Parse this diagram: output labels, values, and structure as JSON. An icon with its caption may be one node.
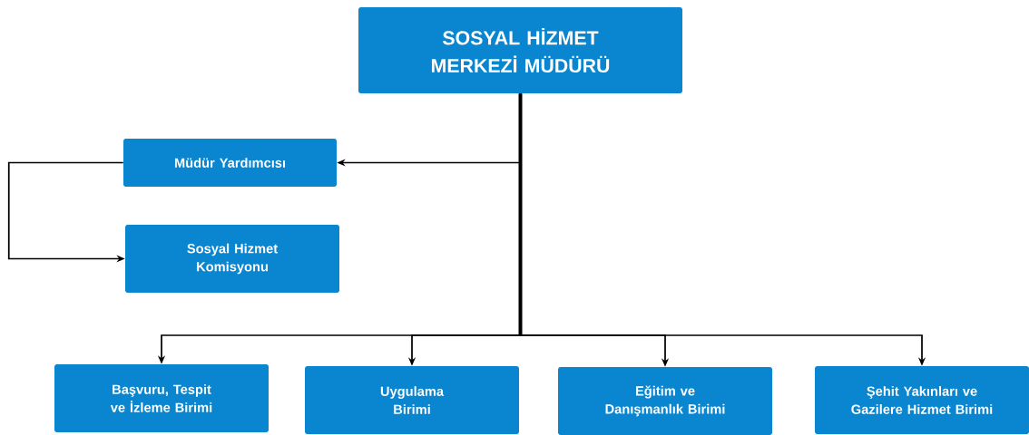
{
  "diagram": {
    "nodes": [
      {
        "text": [
          "SOSYAL HİZMET MERKEZİ MÜDÜRÜ"
        ]
      },
      {
        "text": [
          "Müdür Yardımcısı"
        ]
      },
      {
        "text": [
          "Sosyal Hizmet Komisyonu"
        ]
      },
      {
        "text": [
          "Başvuru, Tespit ve İzleme Birimi"
        ]
      },
      {
        "text": [
          "Uygulama Birimi"
        ]
      },
      {
        "text": [
          "Eğitim ve Danışmanlık Birimi"
        ]
      },
      {
        "text": [
          "Şehit Yakınları ve Gazilere Hizmet Birimi"
        ]
      }
    ],
    "edges": [
      {
        "from": 0,
        "to": 1,
        "arrow": "to"
      },
      {
        "from": 1,
        "to": 2,
        "arrow": "to"
      },
      {
        "from": 0,
        "to": 3,
        "arrow": "to"
      },
      {
        "from": 0,
        "to": 4,
        "arrow": "to"
      },
      {
        "from": 0,
        "to": 5,
        "arrow": "to"
      },
      {
        "from": 0,
        "to": 6,
        "arrow": "to"
      }
    ]
  }
}
